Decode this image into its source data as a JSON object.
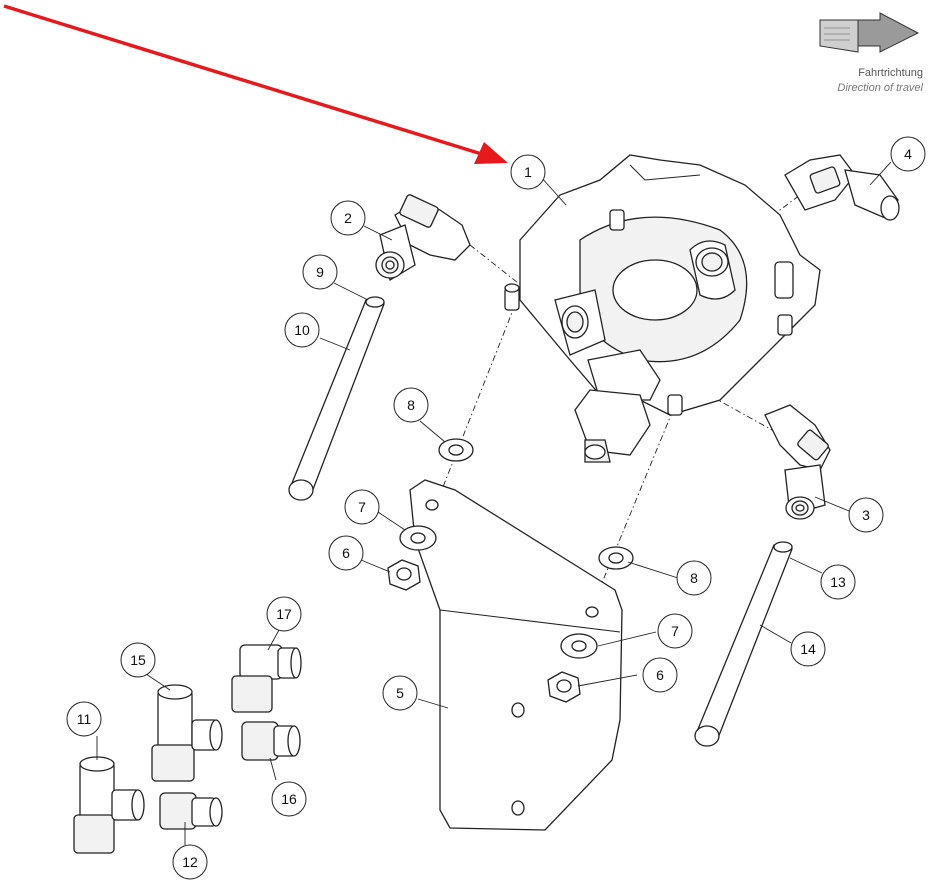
{
  "direction_of_travel": {
    "label_de": "Fahrtrichtung",
    "label_en": "Direction of travel",
    "icon": "direction-arrow-icon"
  },
  "highlight_arrow": {
    "color": "#e8191c",
    "target_item": "1"
  },
  "callouts": [
    {
      "id": "c1",
      "label": "1"
    },
    {
      "id": "c2",
      "label": "2"
    },
    {
      "id": "c3",
      "label": "3"
    },
    {
      "id": "c4",
      "label": "4"
    },
    {
      "id": "c5",
      "label": "5"
    },
    {
      "id": "c6a",
      "label": "6"
    },
    {
      "id": "c6b",
      "label": "6"
    },
    {
      "id": "c7a",
      "label": "7"
    },
    {
      "id": "c7b",
      "label": "7"
    },
    {
      "id": "c8a",
      "label": "8"
    },
    {
      "id": "c8b",
      "label": "8"
    },
    {
      "id": "c9",
      "label": "9"
    },
    {
      "id": "c10",
      "label": "10"
    },
    {
      "id": "c11",
      "label": "11"
    },
    {
      "id": "c12",
      "label": "12"
    },
    {
      "id": "c13",
      "label": "13"
    },
    {
      "id": "c14",
      "label": "14"
    },
    {
      "id": "c15",
      "label": "15"
    },
    {
      "id": "c16",
      "label": "16"
    },
    {
      "id": "c17",
      "label": "17"
    }
  ]
}
